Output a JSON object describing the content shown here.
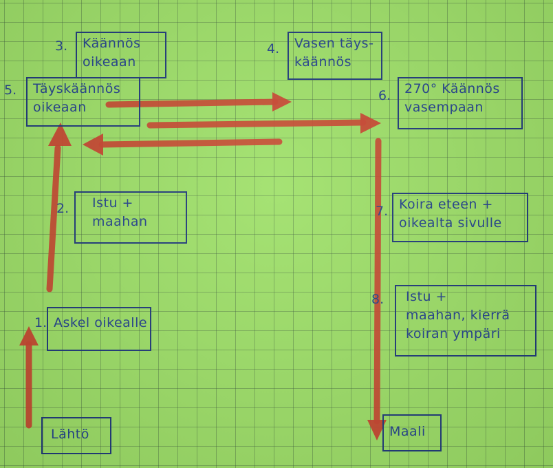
{
  "steps": [
    {
      "number": "1.",
      "lines": [
        "Askel oikealle"
      ]
    },
    {
      "number": "2.",
      "lines": [
        "Istu +",
        "maahan"
      ]
    },
    {
      "number": "3.",
      "lines": [
        "Käännös",
        "oikeaan"
      ]
    },
    {
      "number": "4.",
      "lines": [
        "Vasen täys-",
        "käännös"
      ]
    },
    {
      "number": "5.",
      "lines": [
        "Täyskäännös",
        "oikeaan"
      ]
    },
    {
      "number": "6.",
      "lines": [
        "270° Käännös",
        "vasempaan"
      ]
    },
    {
      "number": "7.",
      "lines": [
        "Koira eteen +",
        "oikealta sivulle"
      ]
    },
    {
      "number": "8.",
      "lines": [
        "Istu +",
        "maahan, kierrä",
        "koiran ympäri"
      ]
    }
  ],
  "start": "Lähtö",
  "finish": "Maali",
  "colors": {
    "paper": "#9ee068",
    "ink": "#24438c",
    "arrow": "#c8452f"
  }
}
